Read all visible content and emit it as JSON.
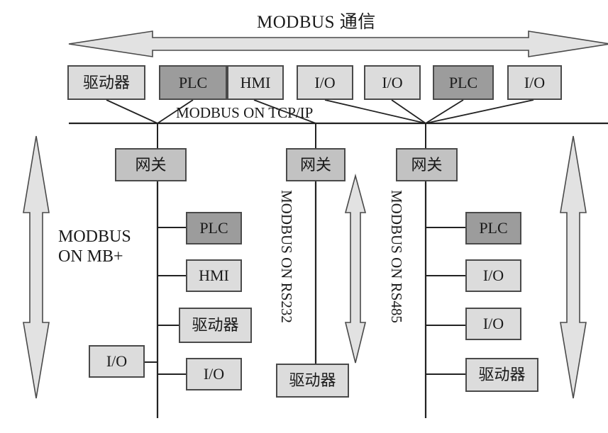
{
  "diagram": {
    "title": "MODBUS 通信",
    "colors": {
      "box_light": "#dcdcdc",
      "box_dark": "#9c9c9c",
      "box_gateway": "#c2c2c2",
      "border": "#4a4a4a",
      "line": "#222222",
      "arrow_fill": "#e2e2e2",
      "background": "#ffffff"
    },
    "bus_labels": {
      "tcp_ip": "MODBUS ON TCP/IP",
      "mb_plus": "MODBUS\nON MB+",
      "rs232": "MODBUS ON RS232",
      "rs485": "MODBUS ON RS485"
    },
    "top_row": [
      {
        "label": "驱动器",
        "style": "light"
      },
      {
        "label": "PLC",
        "style": "dark"
      },
      {
        "label": "HMI",
        "style": "light"
      },
      {
        "label": "I/O",
        "style": "light"
      },
      {
        "label": "I/O",
        "style": "light"
      },
      {
        "label": "PLC",
        "style": "dark"
      },
      {
        "label": "I/O",
        "style": "light"
      }
    ],
    "gateways": [
      {
        "label": "网关",
        "style": "gateway"
      },
      {
        "label": "网关",
        "style": "gateway"
      },
      {
        "label": "网关",
        "style": "gateway"
      }
    ],
    "mbplus_branch": {
      "bus": "MODBUS ON MB+",
      "right_nodes": [
        {
          "label": "PLC",
          "style": "dark"
        },
        {
          "label": "HMI",
          "style": "light"
        },
        {
          "label": "驱动器",
          "style": "light"
        },
        {
          "label": "I/O",
          "style": "light"
        }
      ],
      "left_nodes": [
        {
          "label": "I/O",
          "style": "light"
        }
      ]
    },
    "rs232_branch": {
      "bus": "MODBUS ON RS232",
      "nodes": [
        {
          "label": "驱动器",
          "style": "light"
        }
      ]
    },
    "rs485_branch": {
      "bus": "MODBUS ON RS485",
      "nodes": [
        {
          "label": "PLC",
          "style": "dark"
        },
        {
          "label": "I/O",
          "style": "light"
        },
        {
          "label": "I/O",
          "style": "light"
        },
        {
          "label": "驱动器",
          "style": "light"
        }
      ]
    },
    "arrows": {
      "top_horizontal": "double-headed-horizontal-arrow",
      "left_vertical": "double-headed-vertical-arrow",
      "middle_vertical": "double-headed-vertical-arrow",
      "right_vertical": "double-headed-vertical-arrow"
    }
  }
}
